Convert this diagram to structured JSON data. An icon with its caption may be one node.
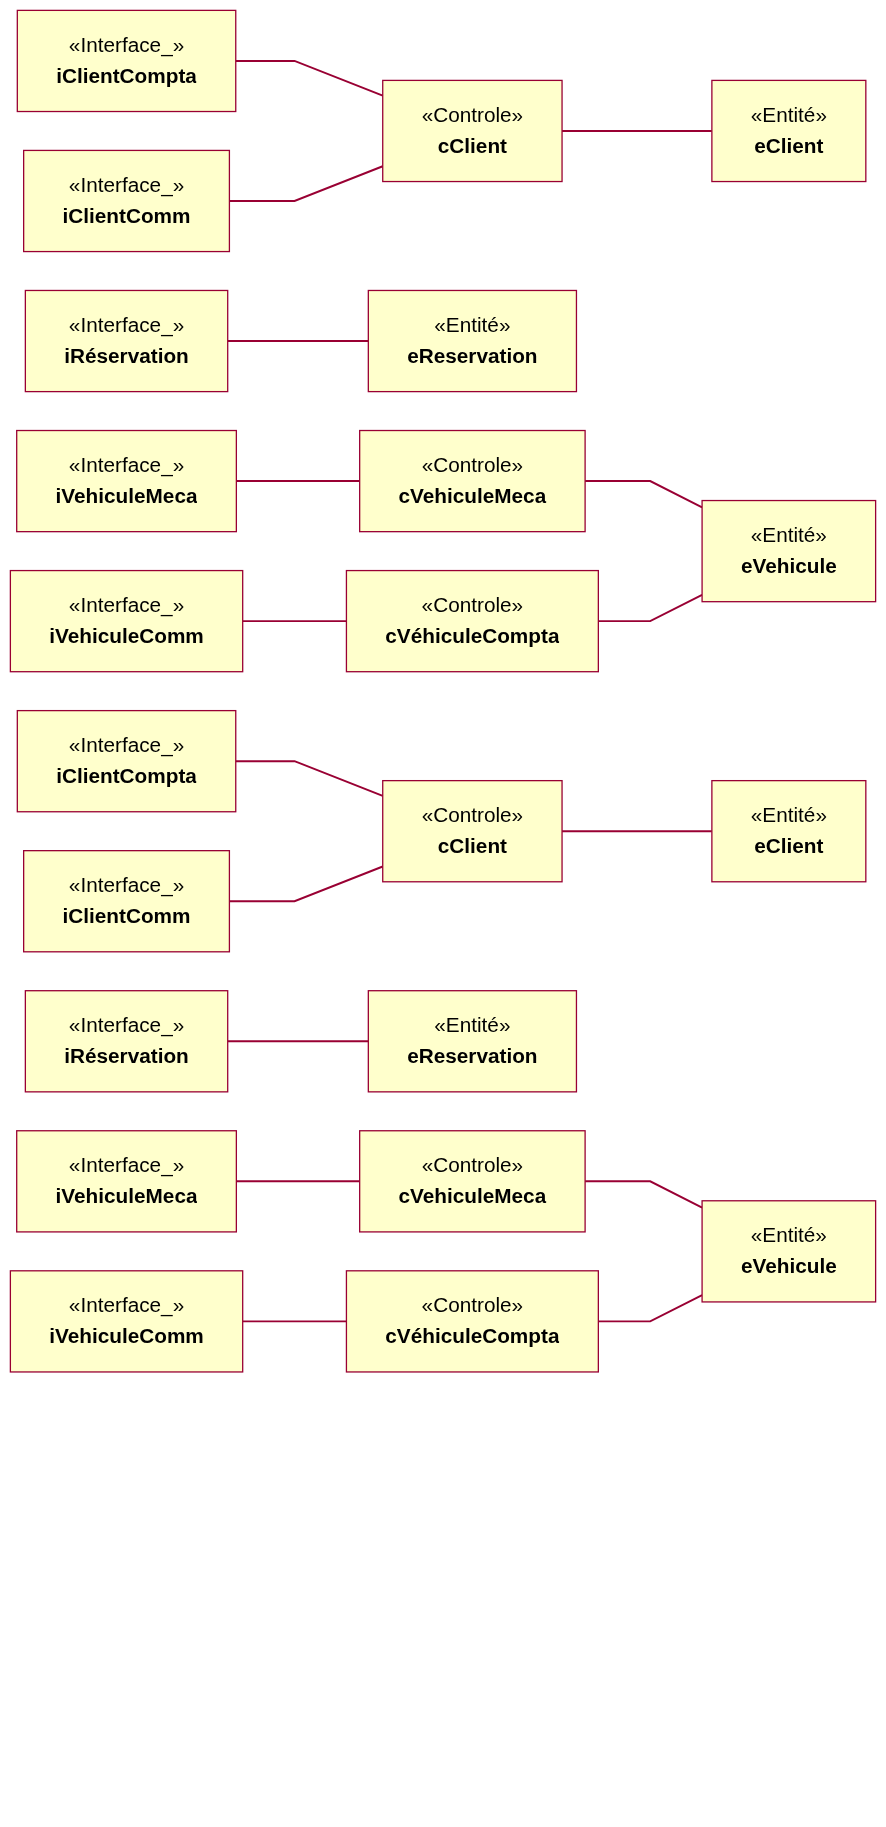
{
  "diagram": {
    "nodes": [
      {
        "text": [
          "«Interface_»",
          "iClientCompta"
        ]
      },
      {
        "text": [
          "«Controle»",
          "cClient"
        ]
      },
      {
        "text": [
          "«Entité»",
          "eClient"
        ]
      },
      {
        "text": [
          "«Interface_»",
          "iClientComm"
        ]
      },
      {
        "text": [
          "«Interface_»",
          "iRéservation"
        ]
      },
      {
        "text": [
          "«Entité»",
          "eReservation"
        ]
      },
      {
        "text": [
          "«Interface_»",
          "iVehiculeMeca"
        ]
      },
      {
        "text": [
          "«Controle»",
          "cVehiculeMeca"
        ]
      },
      {
        "text": [
          "«Entité»",
          "eVehicule"
        ]
      },
      {
        "text": [
          "«Interface_»",
          "iVehiculeComm"
        ]
      },
      {
        "text": [
          "«Controle»",
          "cVéhiculeCompta"
        ]
      },
      {
        "text": [
          "«Interface_»",
          "iClientCompta"
        ]
      },
      {
        "text": [
          "«Controle»",
          "cClient"
        ]
      },
      {
        "text": [
          "«Entité»",
          "eClient"
        ]
      },
      {
        "text": [
          "«Interface_»",
          "iClientComm"
        ]
      },
      {
        "text": [
          "«Interface_»",
          "iRéservation"
        ]
      },
      {
        "text": [
          "«Entité»",
          "eReservation"
        ]
      },
      {
        "text": [
          "«Interface_»",
          "iVehiculeMeca"
        ]
      },
      {
        "text": [
          "«Controle»",
          "cVehiculeMeca"
        ]
      },
      {
        "text": [
          "«Entité»",
          "eVehicule"
        ]
      },
      {
        "text": [
          "«Interface_»",
          "iVehiculeComm"
        ]
      },
      {
        "text": [
          "«Controle»",
          "cVéhiculeCompta"
        ]
      }
    ],
    "edges": [
      {
        "from": 0,
        "to": 1,
        "arrow": "none"
      },
      {
        "from": 3,
        "to": 1,
        "arrow": "none"
      },
      {
        "from": 1,
        "to": 2,
        "arrow": "none"
      },
      {
        "from": 4,
        "to": 5,
        "arrow": "none"
      },
      {
        "from": 6,
        "to": 7,
        "arrow": "none"
      },
      {
        "from": 7,
        "to": 8,
        "arrow": "none"
      },
      {
        "from": 9,
        "to": 10,
        "arrow": "none"
      },
      {
        "from": 10,
        "to": 8,
        "arrow": "none"
      },
      {
        "from": 11,
        "to": 12,
        "arrow": "none"
      },
      {
        "from": 14,
        "to": 12,
        "arrow": "none"
      },
      {
        "from": 12,
        "to": 13,
        "arrow": "none"
      },
      {
        "from": 15,
        "to": 16,
        "arrow": "none"
      },
      {
        "from": 17,
        "to": 18,
        "arrow": "none"
      },
      {
        "from": 18,
        "to": 19,
        "arrow": "none"
      },
      {
        "from": 20,
        "to": 21,
        "arrow": "none"
      },
      {
        "from": 21,
        "to": 19,
        "arrow": "none"
      }
    ]
  }
}
